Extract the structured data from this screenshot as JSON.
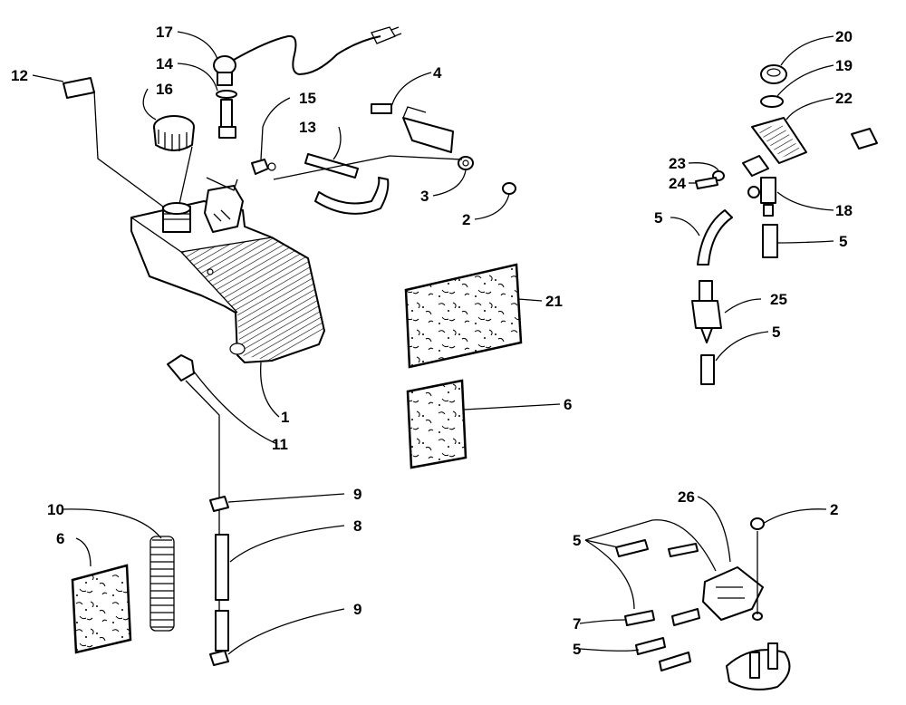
{
  "diagram": {
    "callouts": [
      "17",
      "14",
      "12",
      "16",
      "15",
      "4",
      "13",
      "3",
      "2",
      "20",
      "19",
      "22",
      "23",
      "24",
      "18",
      "5",
      "21",
      "25",
      "1",
      "11",
      "6",
      "9",
      "10",
      "8",
      "26",
      "7"
    ]
  }
}
